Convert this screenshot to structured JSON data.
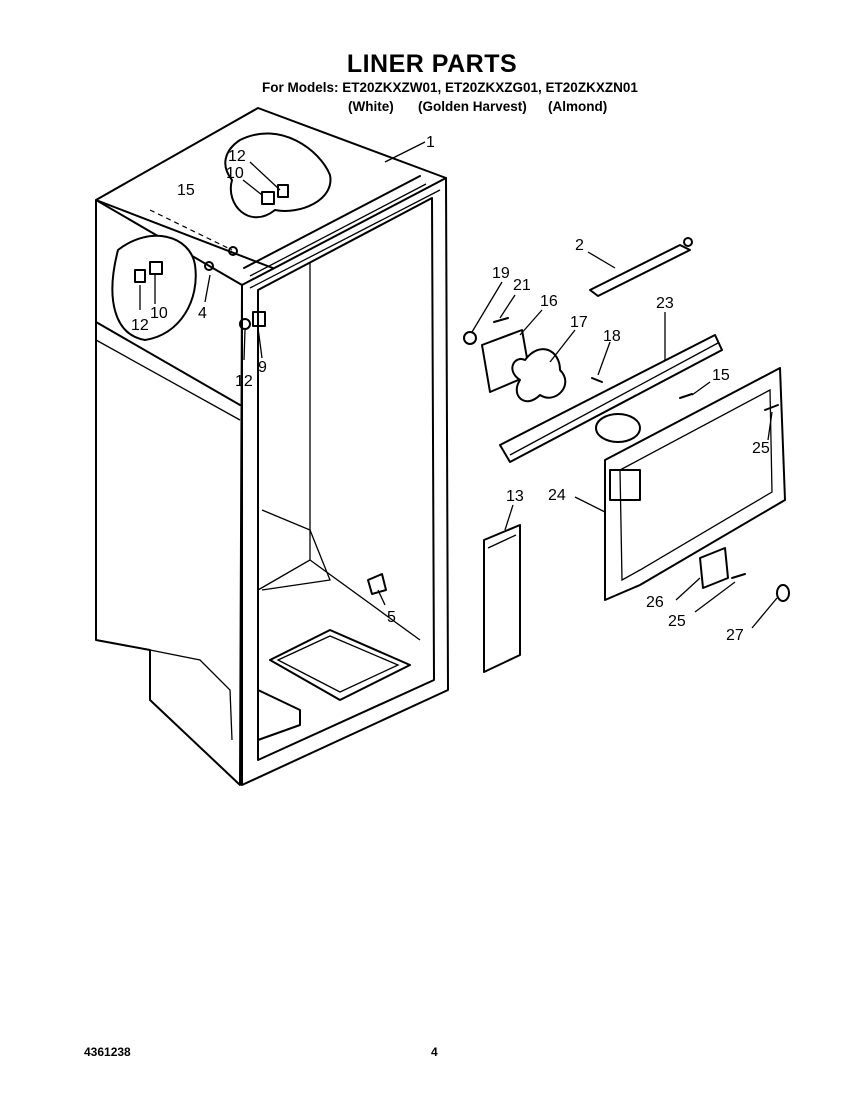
{
  "header": {
    "title": "LINER PARTS",
    "models_line": "For Models: ET20ZKXZW01, ET20ZKXZG01, ET20ZKXZN01",
    "colors": [
      "(White)",
      "(Golden Harvest)",
      "(Almond)"
    ]
  },
  "callouts": {
    "c1": "1",
    "c2": "2",
    "c4": "4",
    "c5": "5",
    "c9": "9",
    "c10a": "10",
    "c10b": "10",
    "c12a": "12",
    "c12b": "12",
    "c12c": "12",
    "c13": "13",
    "c15a": "15",
    "c15b": "15",
    "c16": "16",
    "c17": "17",
    "c18": "18",
    "c19": "19",
    "c21": "21",
    "c23": "23",
    "c24": "24",
    "c25a": "25",
    "c25b": "25",
    "c26": "26",
    "c27": "27"
  },
  "footer": {
    "doc_number": "4361238",
    "page_number": "4"
  }
}
